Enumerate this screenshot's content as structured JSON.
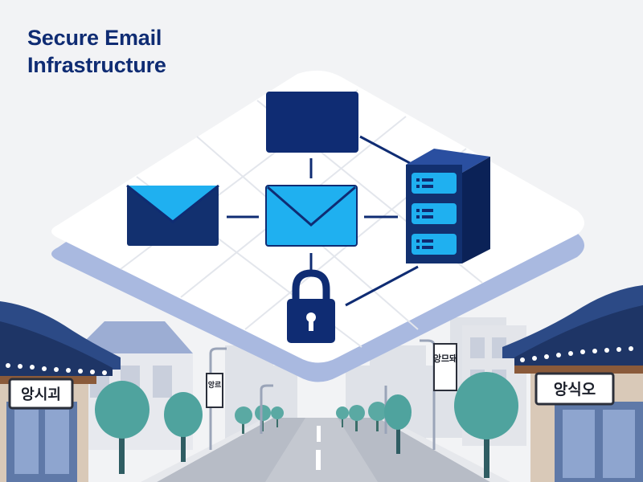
{
  "title": {
    "line1": "Secure Email",
    "line2": "Infrastructure"
  },
  "signs": {
    "left_shop": "앙시괴",
    "right_shop": "앙식오",
    "left_pole": "앙르",
    "right_pole": "앙므돼"
  },
  "icons": {
    "envelope_left": "envelope-icon",
    "envelope_center": "envelope-icon",
    "monitor": "monitor-icon",
    "server": "server-icon",
    "lock": "padlock-icon"
  },
  "colors": {
    "navy": "#0f2c73",
    "light_blue": "#1fb0f0",
    "platform": "#ffffff",
    "platform_edge": "#9db0dd",
    "tree": "#4fa39e",
    "roof": "#2c4a86"
  }
}
